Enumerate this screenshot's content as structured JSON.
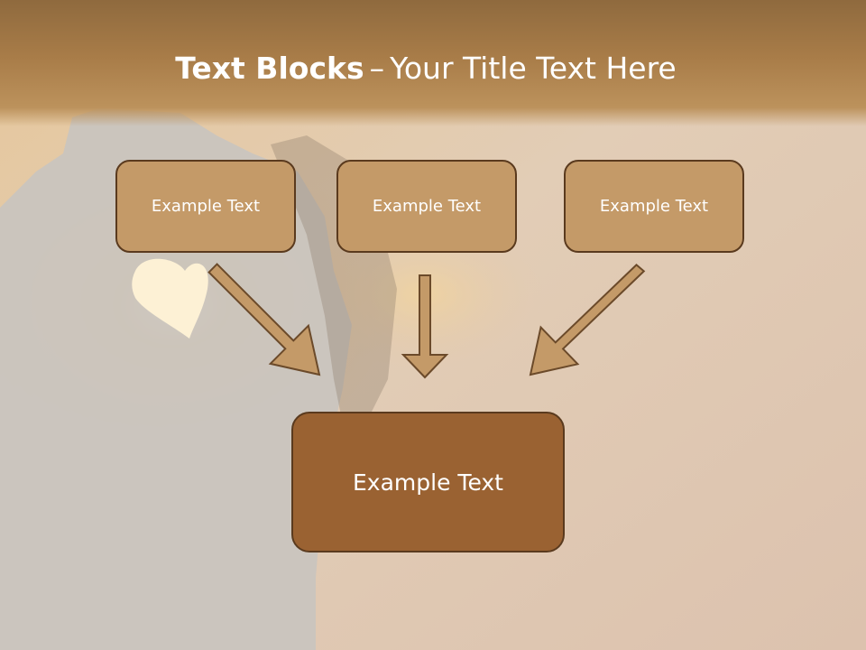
{
  "slide": {
    "title_bold": "Text Blocks",
    "title_dash": "–",
    "title_rest": "Your Title Text Here"
  },
  "boxes": {
    "top_left": "Example Text",
    "top_center": "Example Text",
    "top_right": "Example Text",
    "bottom": "Example Text"
  },
  "colors": {
    "title_band": "#a87c48",
    "small_box_fill": "#c49a68",
    "big_box_fill": "#9a6232",
    "border": "#5a3a1e",
    "arrow_fill": "#c49a68",
    "text": "#ffffff"
  },
  "icons": {
    "arrows": [
      "arrow-down-right-icon",
      "arrow-down-icon",
      "arrow-down-left-icon"
    ]
  }
}
